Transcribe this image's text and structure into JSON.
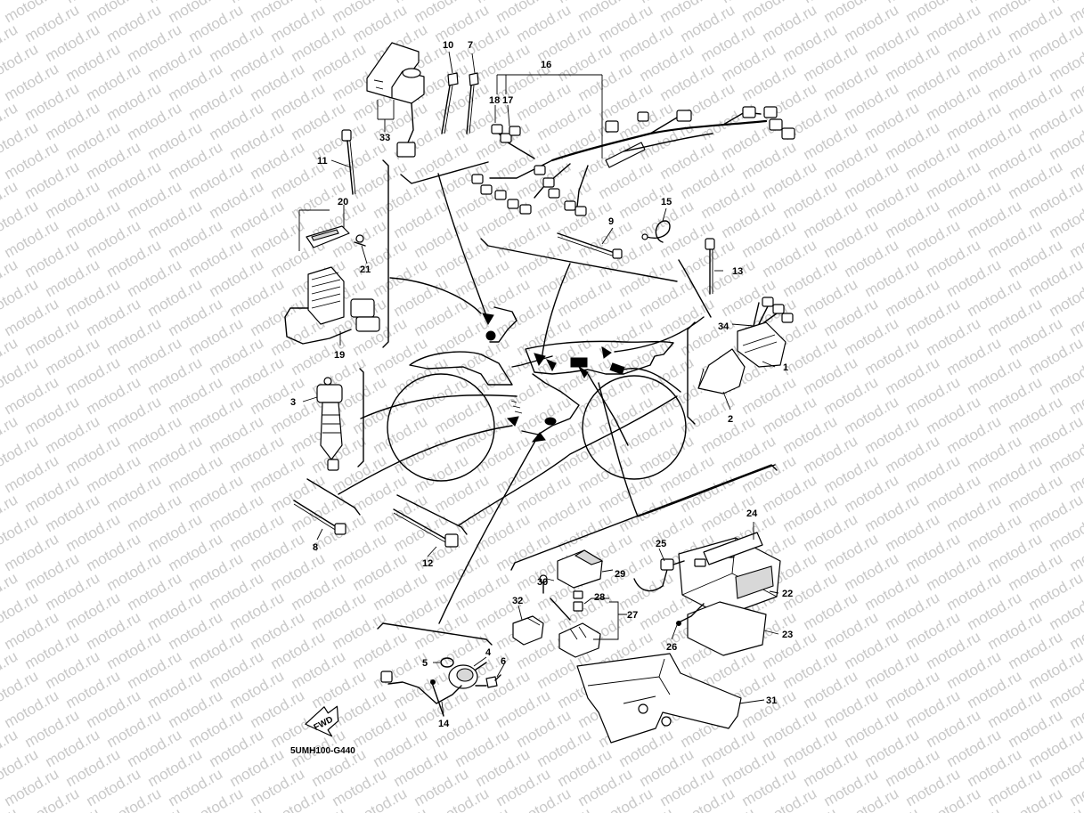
{
  "watermark": {
    "text": "motod.ru"
  },
  "diagram_code": "5UMH100-G440",
  "fwd_icon": {
    "label": "FWD"
  },
  "callouts": {
    "c1": "1",
    "c2": "2",
    "c3": "3",
    "c4": "4",
    "c5": "5",
    "c6": "6",
    "c7": "7",
    "c8": "8",
    "c9": "9",
    "c10": "10",
    "c11": "11",
    "c12": "12",
    "c13": "13",
    "c14": "14",
    "c15": "15",
    "c16": "16",
    "c17": "17",
    "c18": "18",
    "c19": "19",
    "c20": "20",
    "c21": "21",
    "c22": "22",
    "c23": "23",
    "c24": "24",
    "c25": "25",
    "c26": "26",
    "c27": "27",
    "c28": "28",
    "c29": "29",
    "c30": "30",
    "c31": "31",
    "c32": "32",
    "c33": "33",
    "c34": "34"
  }
}
